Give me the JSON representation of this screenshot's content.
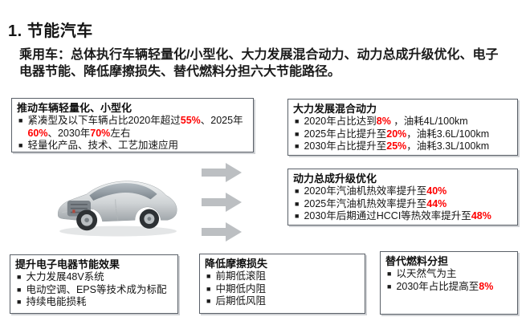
{
  "title": "1. 节能汽车",
  "intro": {
    "lines": [
      "乘用车：总体执行车辆轻量化/小型化、大力发展混合动力、动力总成升级优化、电子",
      "电器节能、降低摩擦损失、替代燃料分担六大节能路径。"
    ]
  },
  "bullet_char": "■",
  "colors": {
    "accent_red": "#ff0000",
    "arrow_gray": "#bcbfc2",
    "box_border": "#5a6068",
    "car_body_silver": "#cfd3d5"
  },
  "boxes": {
    "lightweight": {
      "title": "推动车辆轻量化、小型化",
      "bullets": [
        {
          "segments": [
            {
              "t": "紧凑型及以下车辆占比2020年超过"
            },
            {
              "t": "55%",
              "red": true
            },
            {
              "t": "、2025年"
            },
            {
              "t": "60%",
              "red": true
            },
            {
              "t": "、2030年"
            },
            {
              "t": "70%",
              "red": true
            },
            {
              "t": "左右"
            }
          ]
        },
        {
          "segments": [
            {
              "t": "轻量化产品、技术、工艺加速应用"
            }
          ]
        }
      ]
    },
    "hybrid": {
      "title": "大力发展混合动力",
      "bullets": [
        {
          "segments": [
            {
              "t": "2020年占比达到"
            },
            {
              "t": "8%",
              "red": true
            },
            {
              "t": " ，油耗4L/100km"
            }
          ]
        },
        {
          "segments": [
            {
              "t": "2025年占比提升至"
            },
            {
              "t": "20%",
              "red": true
            },
            {
              "t": "，油耗3.6L/100km"
            }
          ]
        },
        {
          "segments": [
            {
              "t": "2030年占比提升至"
            },
            {
              "t": "25%",
              "red": true
            },
            {
              "t": "，油耗3.3L/100km"
            }
          ]
        }
      ]
    },
    "powertrain": {
      "title": "动力总成升级优化",
      "bullets": [
        {
          "segments": [
            {
              "t": "2020年汽油机热效率提升至"
            },
            {
              "t": "40%",
              "red": true
            }
          ]
        },
        {
          "segments": [
            {
              "t": "2025年汽油机热效率提升至"
            },
            {
              "t": "44%",
              "red": true
            }
          ]
        },
        {
          "segments": [
            {
              "t": "2030年后期通过HCCI等热效率提升至"
            },
            {
              "t": "48%",
              "red": true
            }
          ]
        }
      ]
    },
    "electronics": {
      "title": "提升电子电器节能效果",
      "bullets": [
        {
          "segments": [
            {
              "t": "大力发展48V系统"
            }
          ]
        },
        {
          "segments": [
            {
              "t": "电动空调、EPS等技术成为标配"
            }
          ]
        },
        {
          "segments": [
            {
              "t": "持续电能损耗"
            }
          ]
        }
      ]
    },
    "friction": {
      "title": "降低摩擦损失",
      "bullets": [
        {
          "segments": [
            {
              "t": "前期低滚阻"
            }
          ]
        },
        {
          "segments": [
            {
              "t": "中期低内阻"
            }
          ]
        },
        {
          "segments": [
            {
              "t": "后期低风阻"
            }
          ]
        }
      ]
    },
    "altfuel": {
      "title": "替代燃料分担",
      "bullets": [
        {
          "segments": [
            {
              "t": "以天然气为主"
            }
          ]
        },
        {
          "segments": [
            {
              "t": "2030年占比提高至"
            },
            {
              "t": "8%",
              "red": true
            }
          ]
        }
      ]
    }
  }
}
